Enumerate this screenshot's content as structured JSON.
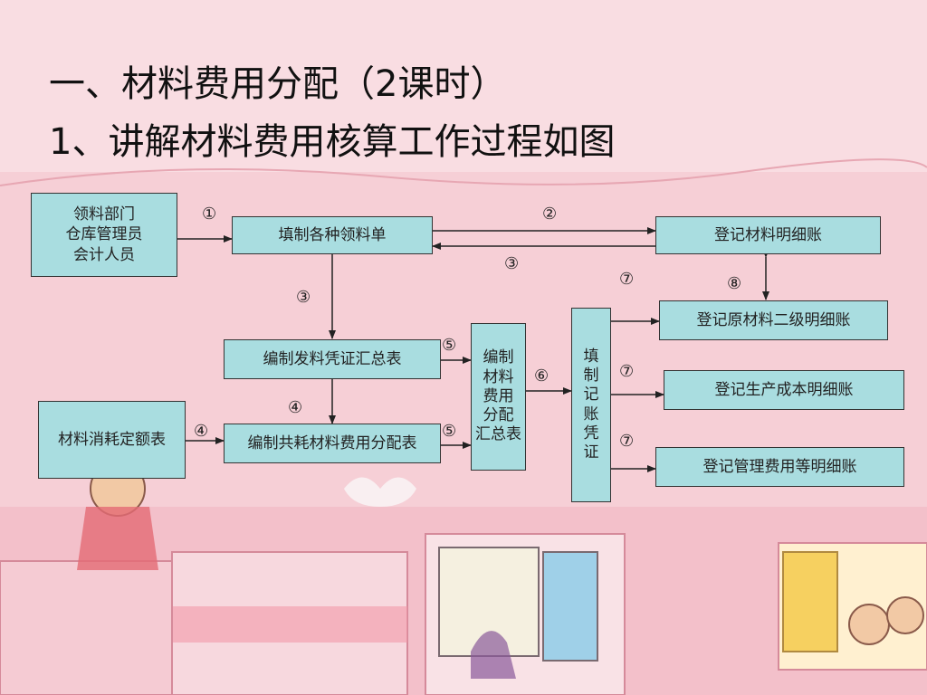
{
  "title": {
    "line1": "一、材料费用分配（2课时）",
    "line2": "1、讲解材料费用核算工作过程如图"
  },
  "boxes": {
    "departments": "领料部门\n仓库管理员\n会计人员",
    "fill_requisition": "填制各种领料单",
    "material_ledger": "登记材料明细账",
    "issue_summary": "编制发料凭证汇总表",
    "quota_table": "材料消耗定额表",
    "shared_allocation": "编制共耗材料费用分配表",
    "allocation_summary": "编制\n材料\n费用\n分配\n汇总表",
    "voucher": "填\n制\n记\n账\n凭\n证",
    "raw_material_ledger": "登记原材料二级明细账",
    "production_cost_ledger": "登记生产成本明细账",
    "overhead_ledger": "登记管理费用等明细账"
  },
  "step_numbers": {
    "n1": "①",
    "n2": "②",
    "n3a": "③",
    "n3b": "③",
    "n4a": "④",
    "n4b": "④",
    "n5a": "⑤",
    "n5b": "⑤",
    "n6": "⑥",
    "n7a": "⑦",
    "n7b": "⑦",
    "n7c": "⑦",
    "n8": "⑧"
  },
  "colors": {
    "background": "#f6cfd6",
    "box_fill": "#a9dde0",
    "stroke": "#333333"
  }
}
